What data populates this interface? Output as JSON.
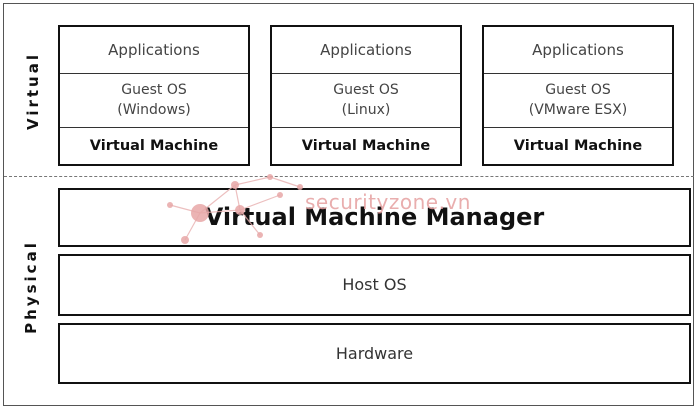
{
  "sides": {
    "virtual": "Virtual",
    "physical": "Physical"
  },
  "vms": [
    {
      "apps": "Applications",
      "guest_line1": "Guest OS",
      "guest_line2": "(Windows)",
      "vm_label": "Virtual Machine"
    },
    {
      "apps": "Applications",
      "guest_line1": "Guest OS",
      "guest_line2": "(Linux)",
      "vm_label": "Virtual Machine"
    },
    {
      "apps": "Applications",
      "guest_line1": "Guest OS",
      "guest_line2": "(VMware ESX)",
      "vm_label": "Virtual Machine"
    }
  ],
  "layers": {
    "vmm": "Virtual Machine Manager",
    "host_os": "Host OS",
    "hardware": "Hardware"
  },
  "watermark": {
    "text": "securityzone.vn",
    "color": "#e6a1a1"
  }
}
